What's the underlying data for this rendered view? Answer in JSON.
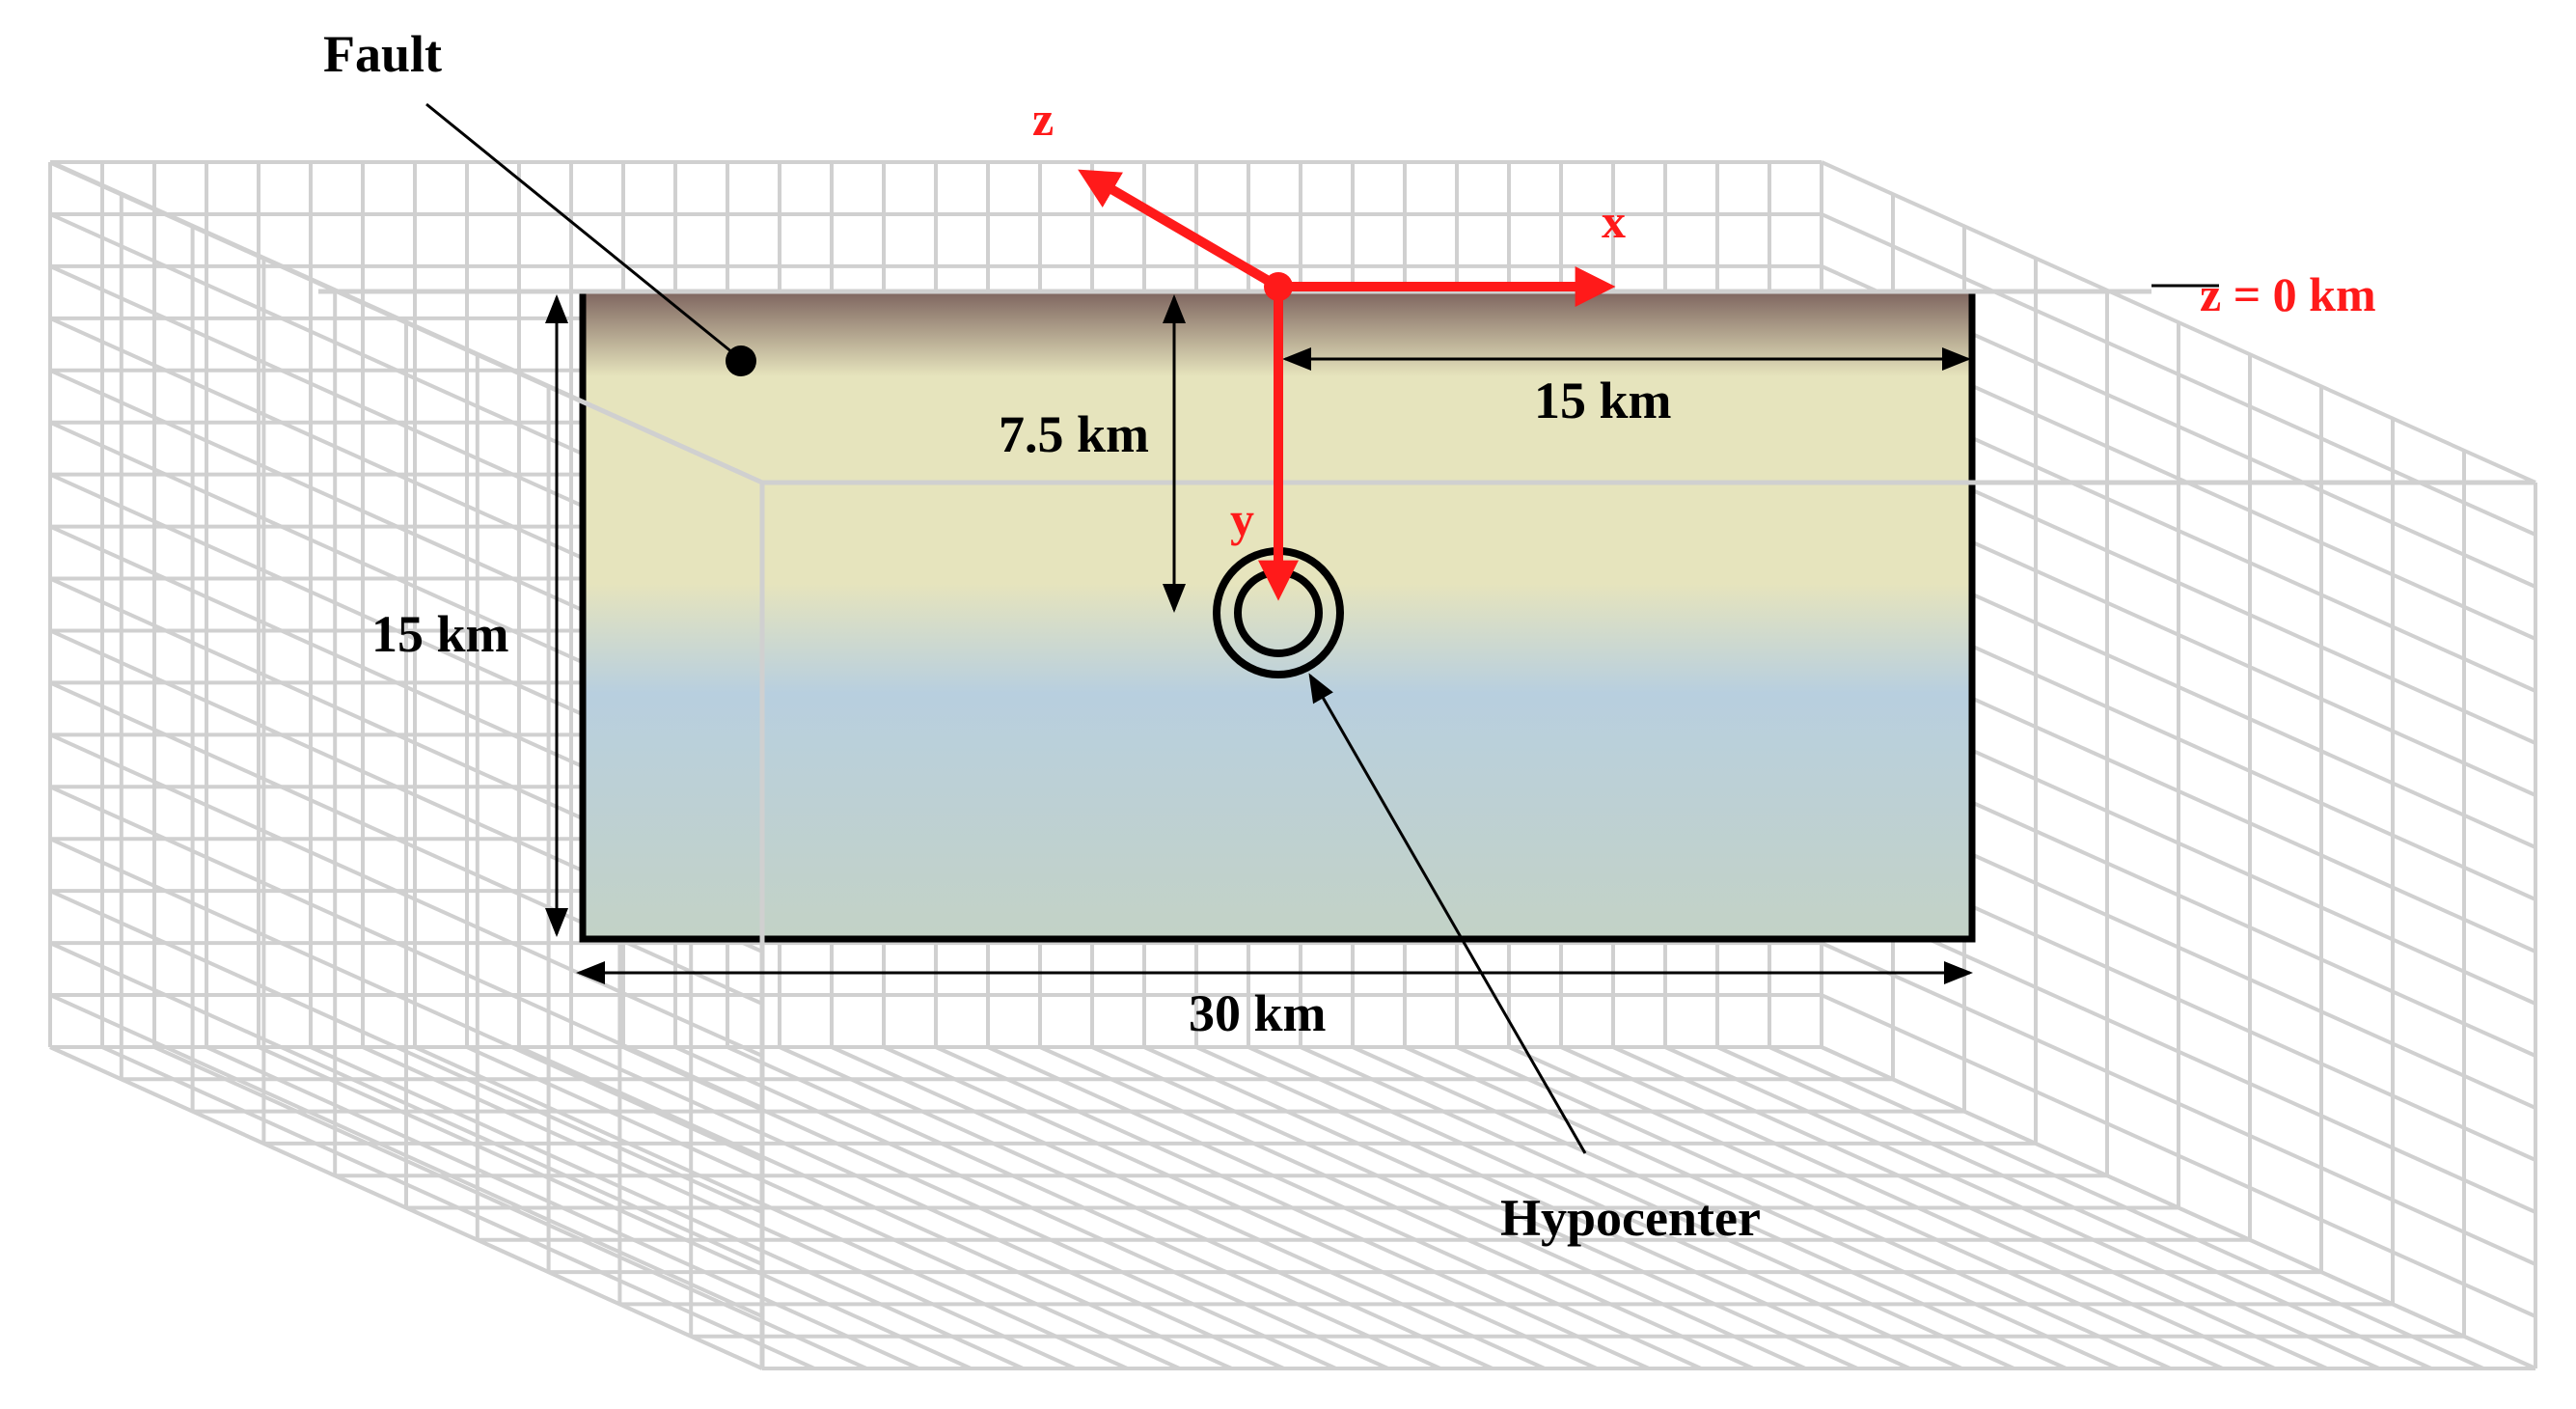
{
  "labels": {
    "fault": "Fault",
    "hypocenter": "Hypocenter",
    "z_axis": "z",
    "x_axis": "x",
    "y_axis": "y",
    "surface": "z = 0 km",
    "depth_to_hypocenter": "7.5 km",
    "half_length": "15 km",
    "width": "15 km",
    "length": "30 km"
  },
  "colors": {
    "grid": "#d0d0d0",
    "axes": "#ff1a1a",
    "annotation": "#000000",
    "fault_top": "#7f6660",
    "fault_mid": "#e6e4bd",
    "fault_lower": "#b8cfdf",
    "fault_bottom": "#c3d2c6"
  }
}
